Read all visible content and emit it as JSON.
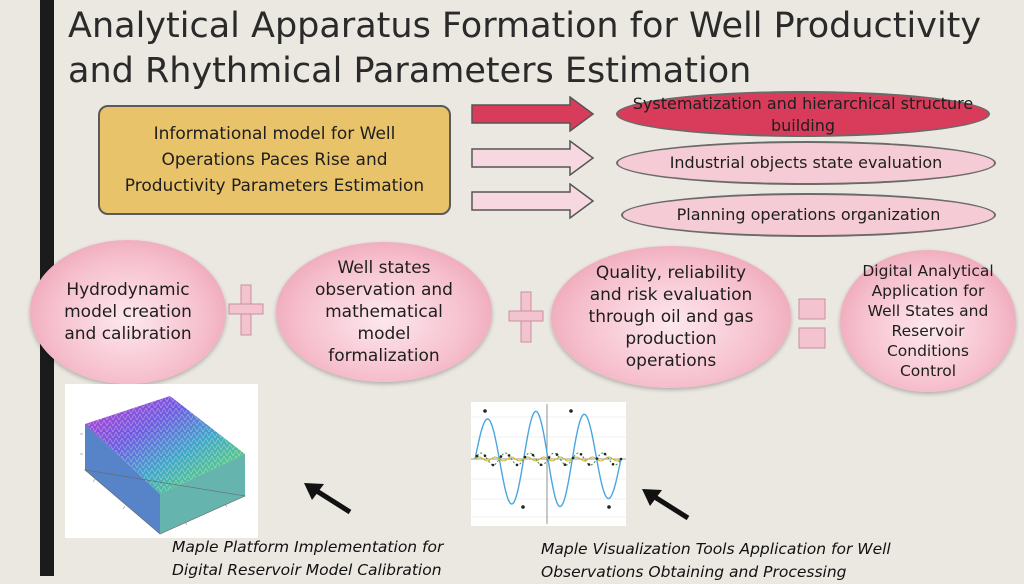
{
  "title": "Analytical Apparatus Formation for Well Productivity and Rhythmical Parameters Estimation",
  "info_model": "Informational model for Well Operations Paces Rise and Productivity Parameters Estimation",
  "targets": [
    "Systematization and hierarchical structure building",
    "Industrial objects state evaluation",
    "Planning operations organization"
  ],
  "stages": [
    "Hydrodynamic model creation and calibration",
    "Well states observation and mathematical model formalization",
    "Quality, reliability and risk evaluation through oil and gas production operations",
    "Digital Analytical Application for Well States and Reservoir Conditions Control"
  ],
  "captions": {
    "left": "Maple Platform Implementation for Digital Reservoir Model Calibration",
    "right": "Maple Visualization Tools Application for Well Observations Obtaining and Processing"
  },
  "colors": {
    "info_fill": "#e8c369",
    "target_dark": "#d93c5b",
    "target_light": "#f5cbd6",
    "oval_pink": "#f6bfcd"
  },
  "icons": [
    "plus-icon",
    "plus-icon",
    "equals-icon",
    "arrow-right-icon",
    "arrow-pointer-icon"
  ]
}
